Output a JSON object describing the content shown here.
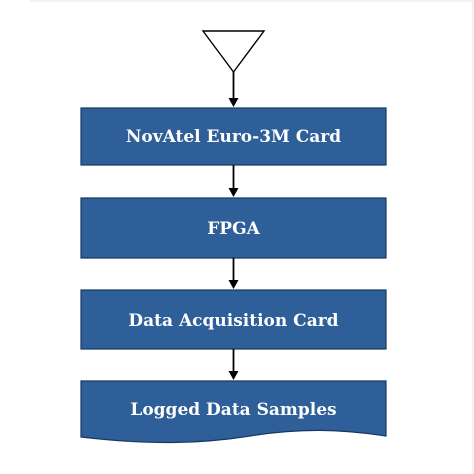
{
  "diagram": {
    "nodes": [
      {
        "id": "card",
        "label": "NovAtel Euro-3M Card"
      },
      {
        "id": "fpga",
        "label": "FPGA"
      },
      {
        "id": "daq",
        "label": "Data Acquisition Card"
      },
      {
        "id": "samples",
        "label": "Logged Data Samples",
        "shape": "document"
      }
    ],
    "edges": [
      {
        "from": "antenna",
        "to": "card"
      },
      {
        "from": "card",
        "to": "fpga"
      },
      {
        "from": "fpga",
        "to": "daq"
      },
      {
        "from": "daq",
        "to": "samples"
      }
    ],
    "colors": {
      "box_fill": "#2e5f99",
      "box_text": "#ffffff",
      "line": "#000000"
    },
    "icons": {
      "antenna": "antenna-icon"
    }
  }
}
